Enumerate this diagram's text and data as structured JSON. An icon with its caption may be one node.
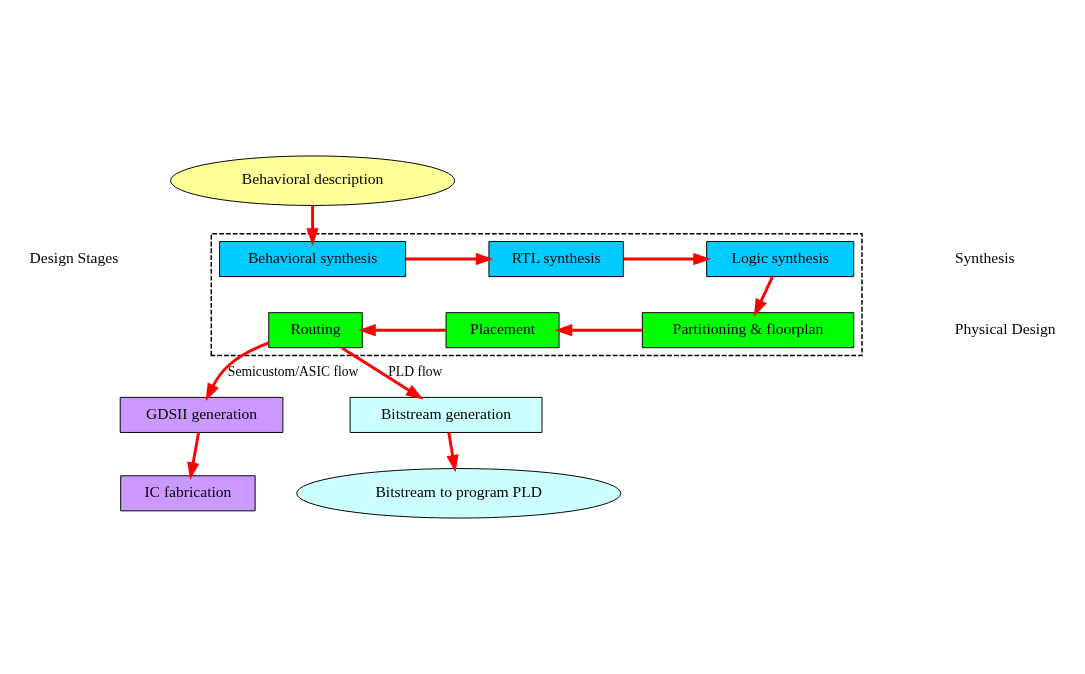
{
  "diagram": {
    "nodes": [
      {
        "text": [
          "Behavioral description"
        ]
      },
      {
        "text": [],
        "shape": "box"
      },
      {
        "text": [
          "Behavioral synthesis"
        ],
        "in": 1
      },
      {
        "text": [
          "RTL synthesis"
        ],
        "in": 1
      },
      {
        "text": [
          "Logic synthesis"
        ],
        "in": 1
      },
      {
        "text": [
          "Partitioning & floorplan"
        ],
        "in": 1
      },
      {
        "text": [
          "Placement"
        ],
        "in": 1
      },
      {
        "text": [
          "Routing"
        ],
        "in": 1
      },
      {
        "text": [
          "GDSII generation"
        ]
      },
      {
        "text": [
          "IC fabrication"
        ]
      },
      {
        "text": [
          "Bitstream generation"
        ]
      },
      {
        "text": [
          "Bitstream to program PLD"
        ]
      }
    ],
    "edges": [
      {
        "from": 0,
        "to": 2,
        "arrow": "to"
      },
      {
        "from": 2,
        "to": 3,
        "arrow": "to"
      },
      {
        "from": 3,
        "to": 4,
        "arrow": "to"
      },
      {
        "from": 4,
        "to": 5,
        "arrow": "to"
      },
      {
        "from": 5,
        "to": 6,
        "arrow": "to"
      },
      {
        "from": 6,
        "to": 7,
        "arrow": "to"
      },
      {
        "from": 7,
        "to": 8,
        "arrow": "to",
        "label": "Semicustom/ASIC flow"
      },
      {
        "from": 7,
        "to": 10,
        "arrow": "to",
        "label": "PLD flow"
      },
      {
        "from": 8,
        "to": 9,
        "arrow": "to"
      },
      {
        "from": 10,
        "to": 11,
        "arrow": "to"
      }
    ],
    "labels": [
      "Design Stages",
      "Synthesis",
      "Physical Design"
    ]
  }
}
